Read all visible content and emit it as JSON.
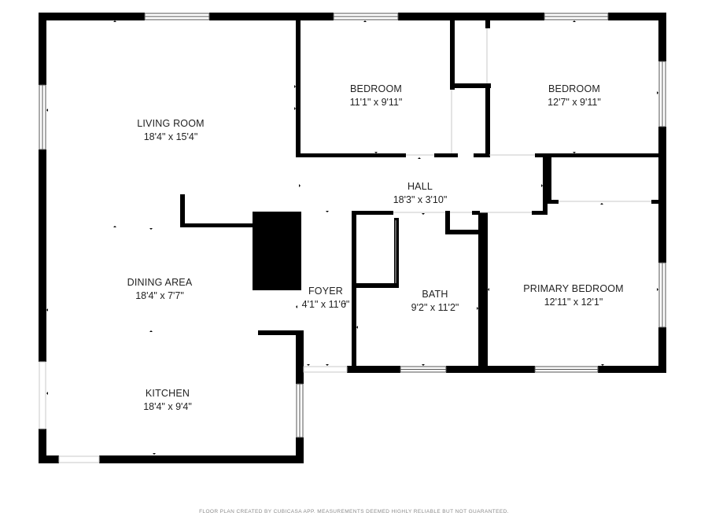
{
  "rooms": [
    {
      "key": "living_room",
      "name": "LIVING ROOM",
      "dims": "18'4\" x 15'4\""
    },
    {
      "key": "bedroom_1",
      "name": "BEDROOM",
      "dims": "11'1\" x 9'11\""
    },
    {
      "key": "bedroom_2",
      "name": "BEDROOM",
      "dims": "12'7\" x 9'11\""
    },
    {
      "key": "hall",
      "name": "HALL",
      "dims": "18'3\" x 3'10\""
    },
    {
      "key": "dining_area",
      "name": "DINING AREA",
      "dims": "18'4\" x 7'7\""
    },
    {
      "key": "foyer",
      "name": "FOYER",
      "dims": "4'1\" x 11'6\""
    },
    {
      "key": "bath",
      "name": "BATH",
      "dims": "9'2\" x 11'2\""
    },
    {
      "key": "primary_bedroom",
      "name": "PRIMARY BEDROOM",
      "dims": "12'11\" x 12'1\""
    },
    {
      "key": "kitchen",
      "name": "KITCHEN",
      "dims": "18'4\" x 9'4\""
    }
  ],
  "footer": "FLOOR PLAN CREATED BY CUBICASA APP. MEASUREMENTS DEEMED HIGHLY RELIABLE BUT NOT GUARANTEED."
}
